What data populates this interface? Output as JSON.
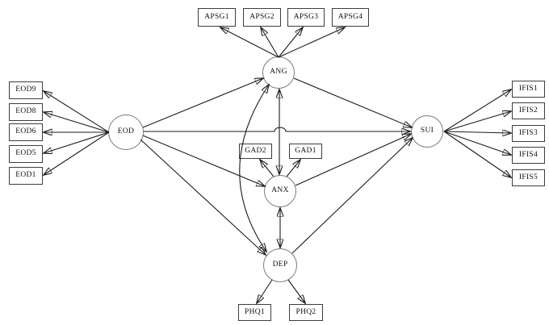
{
  "colors": {
    "background": "#ffffff",
    "line": "#1c1c1c",
    "rect_border": "#3d3d3d",
    "circle_border": "#7b7b7b",
    "text": "#111111"
  },
  "diagram": {
    "type": "structural-equation-model-path-diagram",
    "latent": {
      "eod": "EOD",
      "ang": "ANG",
      "anx": "ANX",
      "dep": "DEP",
      "sui": "SUI"
    },
    "indicators": {
      "apsg": [
        "APSG1",
        "APSG2",
        "APSG3",
        "APSG4"
      ],
      "eod": [
        "EOD9",
        "EOD8",
        "EOD6",
        "EOD5",
        "EOD1"
      ],
      "ifis": [
        "IFIS1",
        "IFIS2",
        "IFIS3",
        "IFIS4",
        "IFIS5"
      ],
      "gad": [
        "GAD2",
        "GAD1"
      ],
      "phq": [
        "PHQ1",
        "PHQ2"
      ]
    },
    "structural_paths": [
      {
        "from": "EOD",
        "to": "ANG",
        "arrow": "single"
      },
      {
        "from": "EOD",
        "to": "SUI",
        "arrow": "single"
      },
      {
        "from": "EOD",
        "to": "ANX",
        "arrow": "single"
      },
      {
        "from": "EOD",
        "to": "DEP",
        "arrow": "single"
      },
      {
        "from": "ANG",
        "to": "SUI",
        "arrow": "single"
      },
      {
        "from": "ANX",
        "to": "SUI",
        "arrow": "single"
      },
      {
        "from": "DEP",
        "to": "SUI",
        "arrow": "single"
      },
      {
        "from": "ANG",
        "to": "ANX",
        "arrow": "double"
      },
      {
        "from": "ANX",
        "to": "DEP",
        "arrow": "double"
      },
      {
        "from": "ANG",
        "to": "DEP",
        "arrow": "double",
        "shape": "curved"
      }
    ],
    "measurement_paths": {
      "ANG": [
        "APSG1",
        "APSG2",
        "APSG3",
        "APSG4"
      ],
      "EOD": [
        "EOD9",
        "EOD8",
        "EOD6",
        "EOD5",
        "EOD1"
      ],
      "SUI": [
        "IFIS1",
        "IFIS2",
        "IFIS3",
        "IFIS4",
        "IFIS5"
      ],
      "ANX": [
        "GAD2",
        "GAD1"
      ],
      "DEP": [
        "PHQ1",
        "PHQ2"
      ]
    }
  }
}
